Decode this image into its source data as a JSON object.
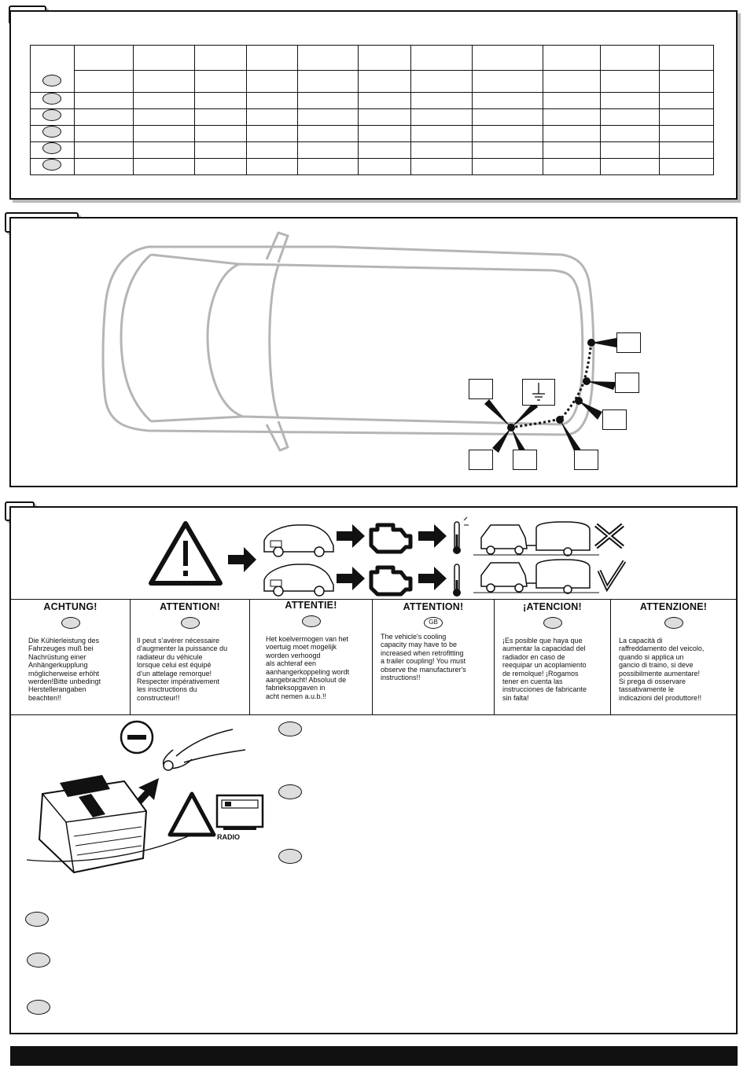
{
  "warnings": [
    {
      "heading": "ACHTUNG!",
      "badge": "",
      "text": "Die Kühlerleistung des\nFahrzeuges muß bei\nNachrüstung einer\nAnhängerkupplung\nmöglicherweise erhöht\nwerden!Bitte unbedingt\nHerstellerangaben\nbeachten!!"
    },
    {
      "heading": "ATTENTION!",
      "badge": "",
      "text": "Il peut s’avérer nécessaire\nd’augmenter la puissance du\nradiateur du véhicule\nlorsque celui est équipé\nd’un attelage remorque!\nRespecter impérativement\nles insctructions du\nconstructeur!!"
    },
    {
      "heading": "ATTENTIE!",
      "badge": "",
      "text": "Het koelvermogen van het\nvoertuig moet mogelijk\nworden verhoogd\nals achteraf een\naanhangerkoppeling wordt\naangebracht! Absoluut de\nfabrieksopgaven in\nacht nemen a.u.b.!!"
    },
    {
      "heading": "ATTENTION!",
      "badge": "GB",
      "text": "The vehicle's cooling\ncapacity may have to be\nincreased when retrofitting\na trailer coupling! You must\nobserve the manufacturer's\ninstructions!!"
    },
    {
      "heading": "¡ATENCION!",
      "badge": "",
      "text": "¡Es posible que haya que\naumentar la capacidad del\nradiador en caso de\nreequipar un acoplamiento\nde remolque! ¡Rogamos\ntener en cuenta las\ninstrucciones de fabricante\nsin falta!"
    },
    {
      "heading": "ATTENZIONE!",
      "badge": "",
      "text": "La capacità di\nraffreddamento del veicolo,\nquando si applica un\ngancio di traino, si deve\npossibilmente aumentare!\nSi prega di osservare\ntassativamente le\nindicazioni del produttore!!"
    }
  ],
  "battery": {
    "radio_label": "RADIO",
    "minus_symbol": "−"
  },
  "icons": {
    "warning": "warning-triangle-icon",
    "ground": "ground-symbol-icon",
    "engine": "engine-icon",
    "thermometer": "thermometer-icon",
    "cross": "cross-icon",
    "check": "check-icon"
  }
}
